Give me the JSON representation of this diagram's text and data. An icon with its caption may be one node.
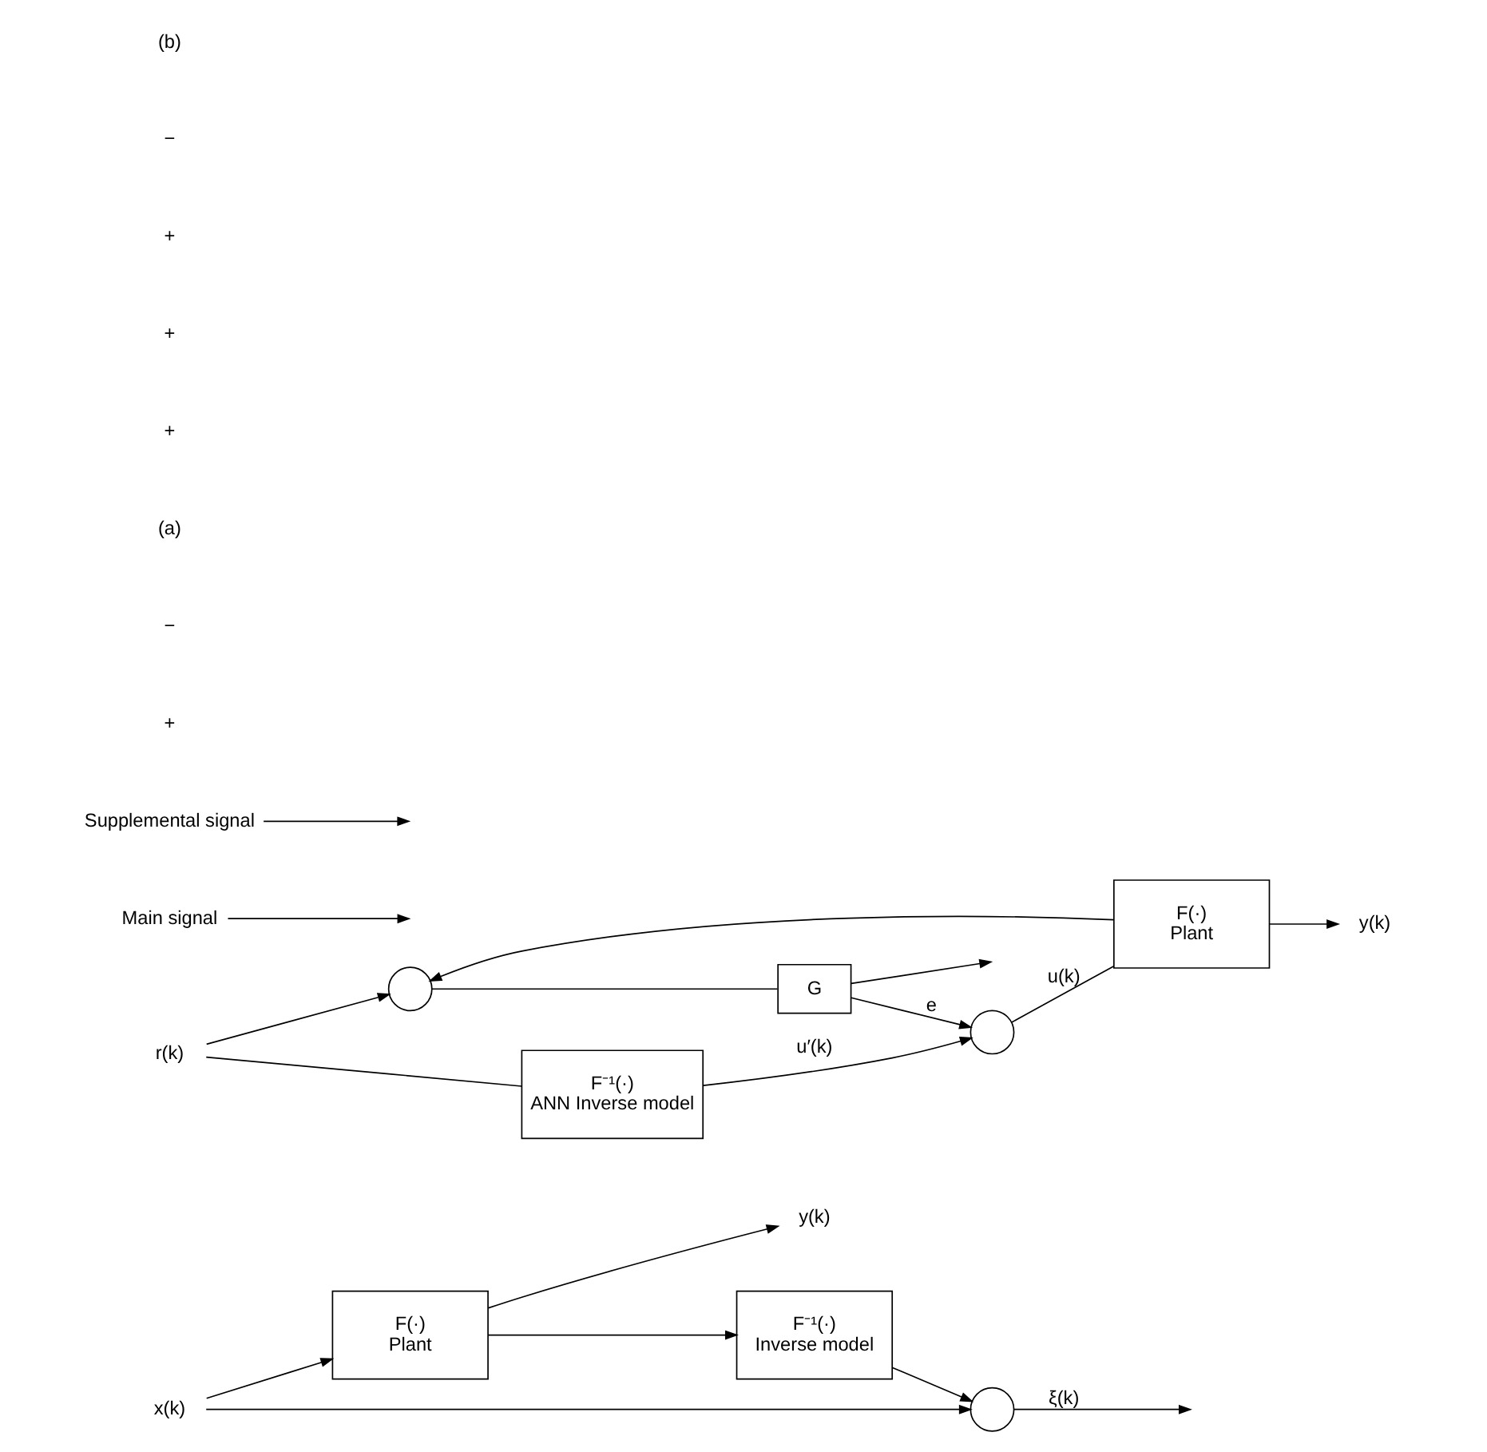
{
  "diagram": {
    "nodes": [
      {
        "text": [
          "x(k)"
        ]
      },
      {
        "text": [
          "F(·)",
          "Plant"
        ]
      },
      {
        "text": [
          "y(k)"
        ]
      },
      {
        "text": [],
        "shape": "circle"
      },
      {
        "text": [
          "F⁻¹(·)",
          "Inverse model"
        ]
      },
      {
        "text": [
          "r(k)"
        ]
      },
      {
        "text": [],
        "shape": "circle"
      },
      {
        "text": [
          "G"
        ]
      },
      {
        "text": [
          "F⁻¹(·)",
          "ANN Inverse model"
        ]
      },
      {
        "text": [],
        "shape": "circle"
      },
      {
        "text": [
          "F(·)",
          "Plant"
        ]
      },
      {
        "text": [
          "y(k)"
        ]
      },
      {
        "text": [
          "Main signal"
        ]
      },
      {
        "text": [
          "Supplemental signal"
        ]
      }
    ],
    "edges": [
      {
        "from": 0,
        "to": 1,
        "arrow": "to"
      },
      {
        "from": 1,
        "to": 2,
        "arrow": "to"
      },
      {
        "from": 0,
        "to": 3,
        "arrow": "to"
      },
      {
        "from": 1,
        "to": 4,
        "arrow": "to"
      },
      {
        "from": 4,
        "to": 3,
        "arrow": "to"
      },
      {
        "from": 3,
        "to": null,
        "arrow": "to",
        "label": "ξ(k)"
      },
      {
        "from": 5,
        "to": 6,
        "arrow": "to"
      },
      {
        "from": 5,
        "to": 8,
        "arrow": "none"
      },
      {
        "from": 6,
        "to": 7,
        "arrow": "none"
      },
      {
        "from": 7,
        "to": 9,
        "arrow": "to",
        "label": "e"
      },
      {
        "from": 7,
        "to": null,
        "arrow": "to"
      },
      {
        "from": 8,
        "to": 9,
        "arrow": "to",
        "label": "u′(k)"
      },
      {
        "from": 9,
        "to": 10,
        "arrow": "none",
        "label": "u(k)"
      },
      {
        "from": 10,
        "to": 11,
        "arrow": "to"
      },
      {
        "from": 10,
        "to": 6,
        "arrow": "to"
      },
      {
        "from": 12,
        "to": null,
        "arrow": "to"
      },
      {
        "from": 13,
        "to": null,
        "arrow": "to"
      }
    ],
    "labels": [
      "+",
      "−",
      "(a)",
      "+",
      "+",
      "+",
      "−",
      "(b)"
    ]
  }
}
